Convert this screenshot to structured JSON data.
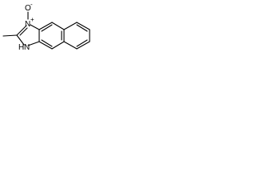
{
  "molecule": {
    "atoms": {
      "oxide_oxygen": "O",
      "oxide_charge": "-",
      "n_oxide": "N",
      "n_oxide_charge": "+",
      "nh_h": "H",
      "nh_n": "N"
    }
  }
}
